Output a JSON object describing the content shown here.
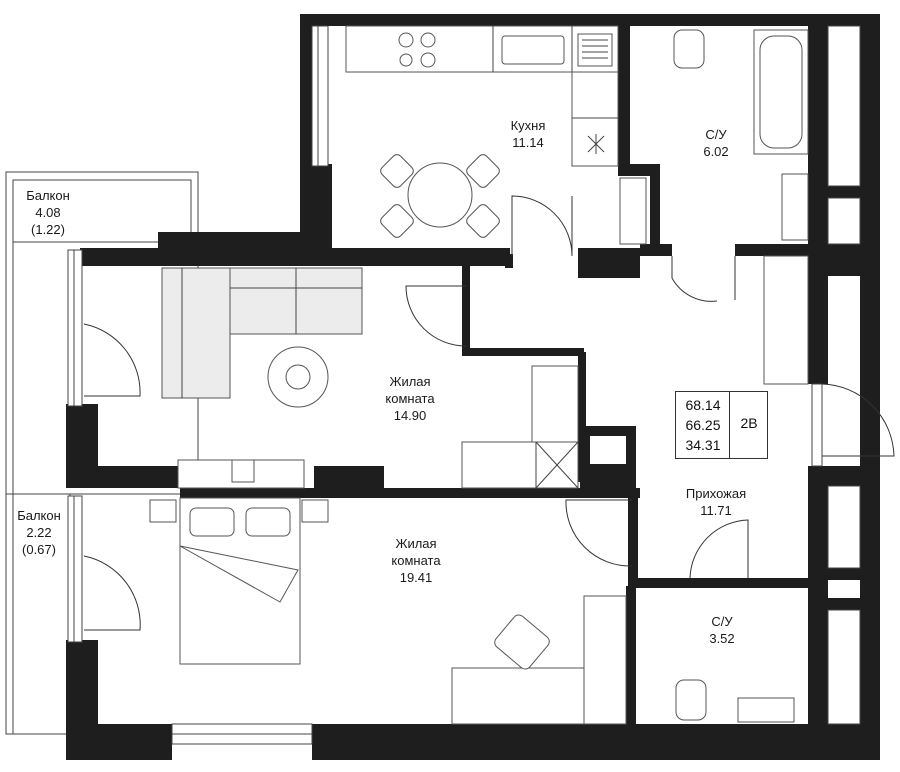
{
  "rooms": {
    "balcony_top": {
      "name": "Балкон",
      "area": "4.08",
      "reduced_area": "(1.22)"
    },
    "balcony_bottom": {
      "name": "Балкон",
      "area": "2.22",
      "reduced_area": "(0.67)"
    },
    "kitchen": {
      "name": "Кухня",
      "area": "11.14"
    },
    "bathroom_top": {
      "name": "С/У",
      "area": "6.02"
    },
    "living_room_1": {
      "name_line1": "Жилая",
      "name_line2": "комната",
      "area": "14.90"
    },
    "living_room_2": {
      "name_line1": "Жилая",
      "name_line2": "комната",
      "area": "19.41"
    },
    "hallway": {
      "name": "Прихожая",
      "area": "11.71"
    },
    "bathroom_bottom": {
      "name": "С/У",
      "area": "3.52"
    }
  },
  "summary": {
    "total_area": "68.14",
    "area_without_balconies": "66.25",
    "living_area": "34.31",
    "apartment_type": "2В"
  },
  "colors": {
    "wall": "#1e1e1e",
    "background": "#ffffff",
    "furniture_fill": "#ececec"
  }
}
